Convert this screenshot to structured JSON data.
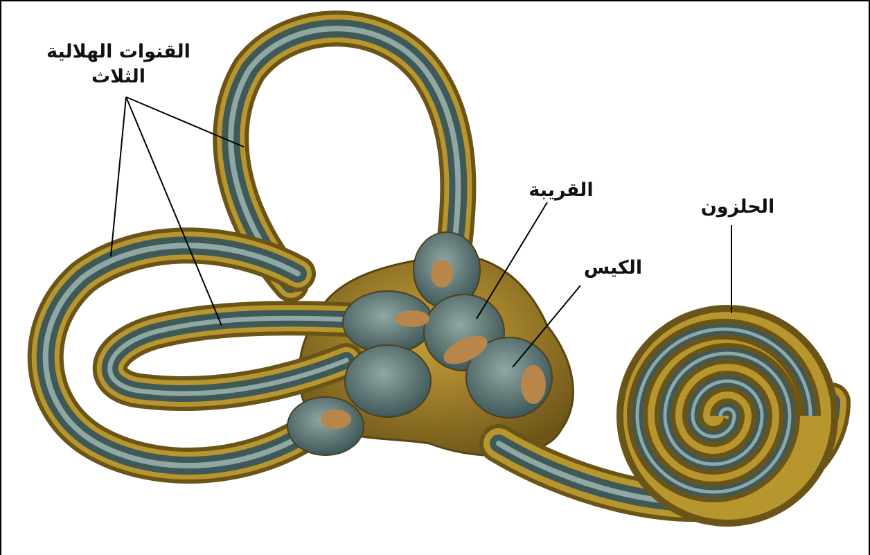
{
  "labels": {
    "semicircular_canals_line1": "القنوات الهلالية",
    "semicircular_canals_line2": "الثلاث",
    "utricle": "القريبة",
    "saccule": "الكيس",
    "cochlea": "الحلزون"
  },
  "colors": {
    "outer_sheath": "#6b5418",
    "outer_sheath_light": "#b8962e",
    "inner_tube": "#3f5858",
    "inner_tube_light": "#8fa8a4",
    "spot": "#b8864a",
    "leader_line": "#000000"
  }
}
